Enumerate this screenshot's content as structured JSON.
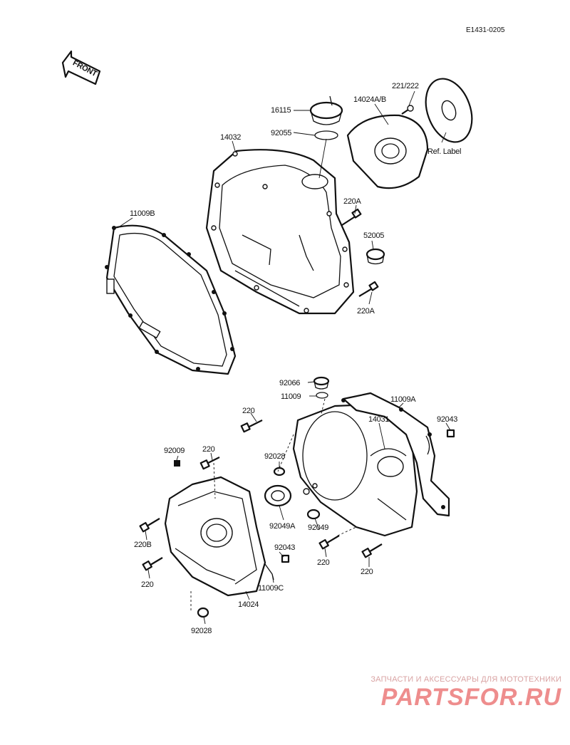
{
  "diagram": {
    "code": "E1431-0205",
    "front_label": "FRONT",
    "callouts": {
      "c16115": "16115",
      "c92055": "92055",
      "c14024ab": "14024A/B",
      "c221_222": "221/222",
      "ref_label": "Ref. Label",
      "c14032": "14032",
      "c11009b": "11009B",
      "c220a_top": "220A",
      "c52005": "52005",
      "c220a_bottom": "220A",
      "c92066": "92066",
      "c11009": "11009",
      "c11009a": "11009A",
      "c14031": "14031",
      "c92043_right": "92043",
      "c220_mid": "220",
      "c92028_mid": "92028",
      "c92009": "92009",
      "c220_left_top": "220",
      "c92049a": "92049A",
      "c92049": "92049",
      "c220b": "220B",
      "c92043_left": "92043",
      "c220_left_bottom": "220",
      "c11009c": "11009C",
      "c14024": "14024",
      "c220_right_a": "220",
      "c220_right_b": "220",
      "c92028_bottom": "92028"
    }
  },
  "watermark": {
    "tagline": "ЗАПЧАСТИ И АКСЕССУАРЫ ДЛЯ МОТОТЕХНИКИ",
    "brand": "PARTSFOR.RU"
  }
}
